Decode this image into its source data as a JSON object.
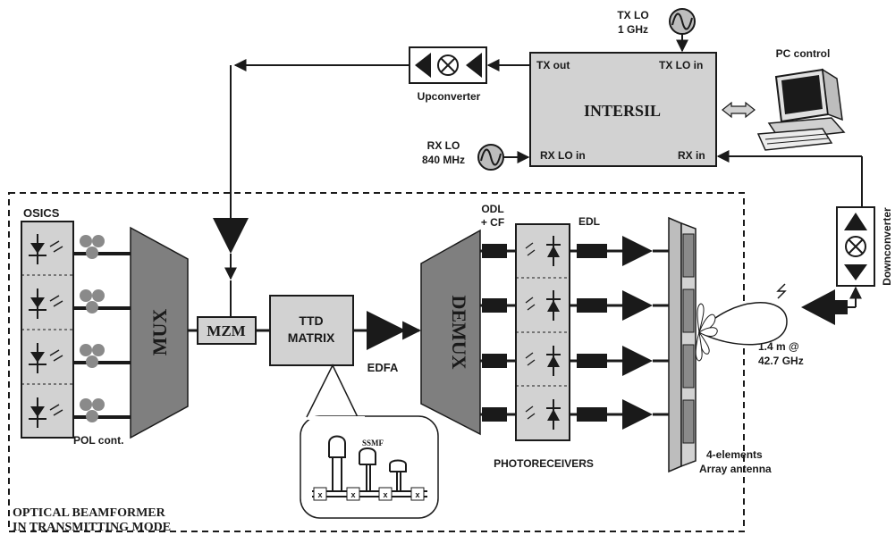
{
  "labels": {
    "tx_lo_line1": "TX LO",
    "tx_lo_line2": "1 GHz",
    "pc_control": "PC control",
    "upconverter": "Upconverter",
    "intersil": "INTERSIL",
    "tx_out": "TX out",
    "tx_lo_in": "TX LO in",
    "rx_lo_in": "RX LO in",
    "rx_in": "RX in",
    "rx_lo_line1": "RX LO",
    "rx_lo_line2": "840 MHz",
    "osics": "OSICS",
    "mux": "MUX",
    "mzm": "MZM",
    "ttd_line1": "TTD",
    "ttd_line2": "MATRIX",
    "edfa": "EDFA",
    "demux": "DEMUX",
    "odl_line1": "ODL",
    "odl_line2": "+ CF",
    "edl": "EDL",
    "downconverter": "Downconverter",
    "distance_line1": "1.4 m @",
    "distance_line2": "42.7 GHz",
    "pol_cont": "POL cont.",
    "photoreceivers": "PHOTORECEIVERS",
    "array_line1": "4-elements",
    "array_line2": "Array antenna",
    "ssmf": "SSMF",
    "beamformer_line1": "OPTICAL BEAMFORMER",
    "beamformer_line2": "IN TRANSMITTING MODE",
    "switch_mark": "x"
  },
  "colors": {
    "box_fill": "#d2d2d2",
    "mux_fill": "#7f7f7f",
    "line": "#1a1a1a",
    "block_fill": "#1a1a1a"
  }
}
